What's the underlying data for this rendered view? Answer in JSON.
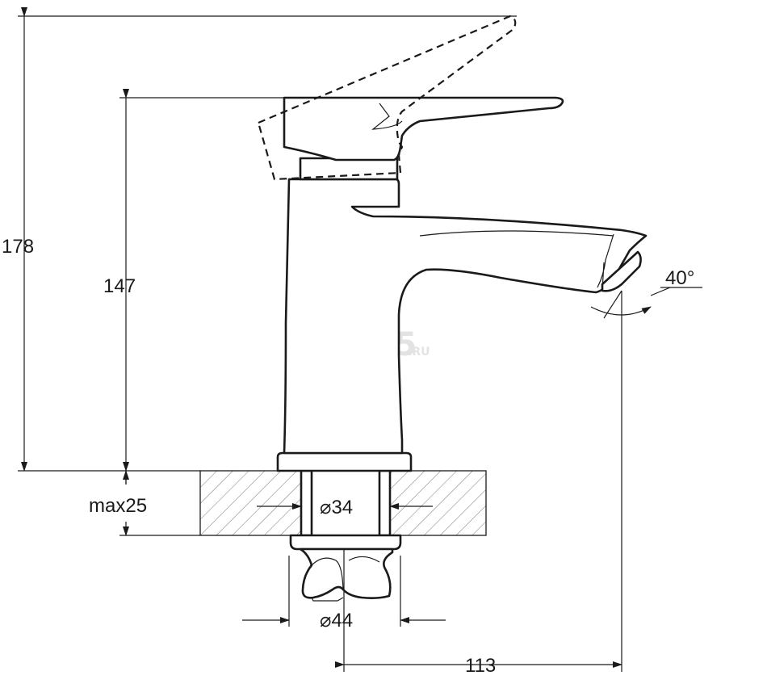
{
  "title": "",
  "dimensions": {
    "total_height": "178",
    "spout_height": "147",
    "max_countertop": "max25",
    "hole_diameter": "⌀34",
    "nut_diameter": "⌀44",
    "spout_reach": "113",
    "aerator_angle": "40°"
  },
  "watermark": {
    "main": "7745",
    "suffix": ".RU"
  }
}
